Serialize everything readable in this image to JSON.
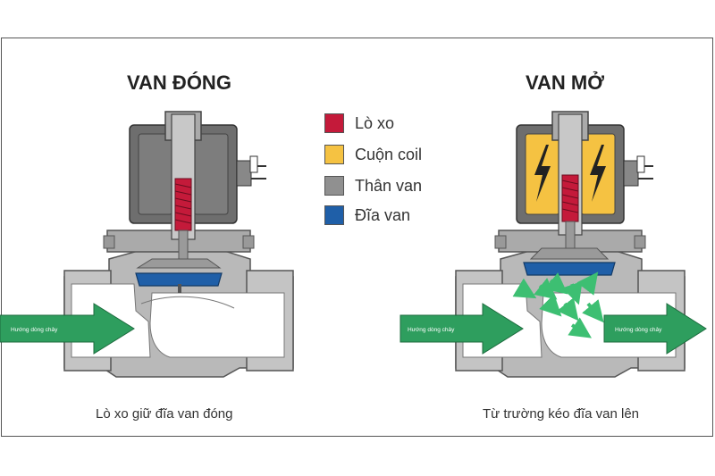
{
  "closed_valve": {
    "title": "VAN ĐÓNG",
    "flow_label": "Hướng dòng chảy",
    "caption": "Lò xo giữ đĩa van đóng"
  },
  "open_valve": {
    "title": "VAN MỞ",
    "flow_label_in": "Hướng dòng chảy",
    "flow_label_out": "Hướng dòng chảy",
    "caption": "Từ trường kéo đĩa van lên",
    "coil_icon": "lightning-icon"
  },
  "legend": [
    {
      "label": "Lò xo",
      "color": "#c41a3a"
    },
    {
      "label": "Cuộn coil",
      "color": "#f5c242"
    },
    {
      "label": "Thân van",
      "color": "#909090"
    },
    {
      "label": "Đĩa van",
      "color": "#1f5fa8"
    }
  ],
  "colors": {
    "body": "#b9b9b9",
    "body_dark": "#8c8c8c",
    "coil_housing": "#6e6e6e",
    "flow_arrow": "#2e9e5e",
    "inner_flow_arrow": "#3dbf72"
  }
}
